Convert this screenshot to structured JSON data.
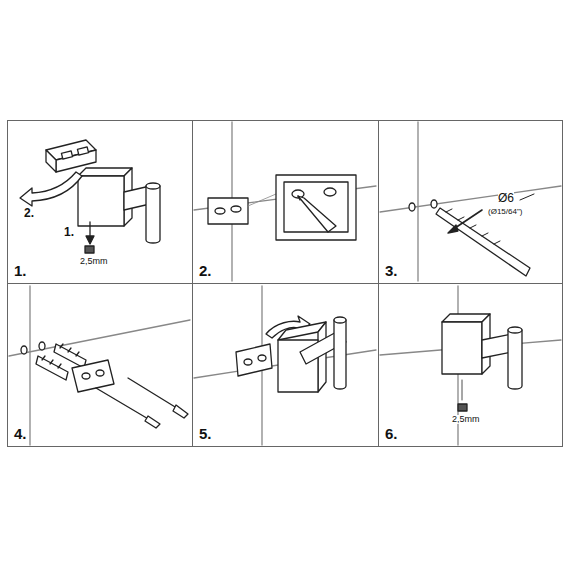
{
  "diagram": {
    "nodes": [
      {
        "text": [
          "1."
        ]
      },
      {
        "text": [
          "2."
        ]
      },
      {
        "text": [
          "3."
        ]
      },
      {
        "text": [
          "4."
        ]
      },
      {
        "text": [
          "5."
        ]
      },
      {
        "text": [
          "6."
        ]
      }
    ],
    "labels": [
      "2.",
      "1.",
      "2,5mm",
      "Ø6",
      "(Ø15/64\")",
      "2,5mm"
    ]
  }
}
